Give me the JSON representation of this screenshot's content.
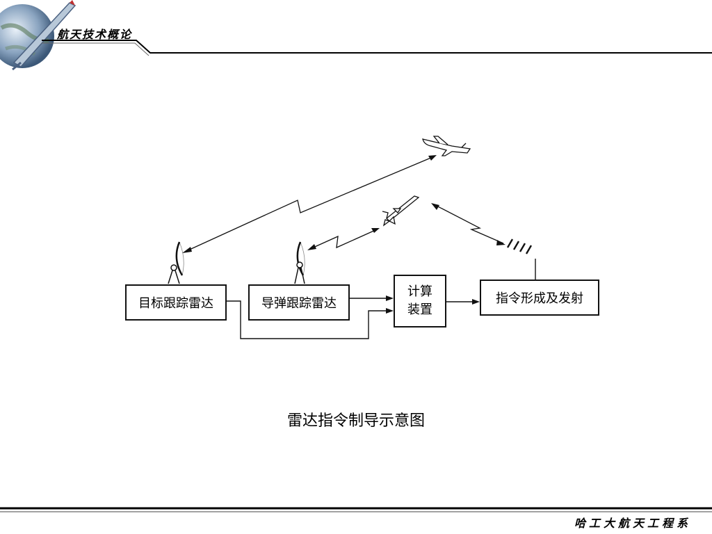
{
  "header": {
    "title": "航天技术概论"
  },
  "footer": {
    "title": "哈工大航天工程系"
  },
  "diagram": {
    "boxes": {
      "target_radar": "目标跟踪雷达",
      "missile_radar": "导弹跟踪雷达",
      "computer_line1": "计算",
      "computer_line2": "装置",
      "command_tx": "指令形成及发射"
    },
    "caption": "雷达指令制导示意图"
  }
}
